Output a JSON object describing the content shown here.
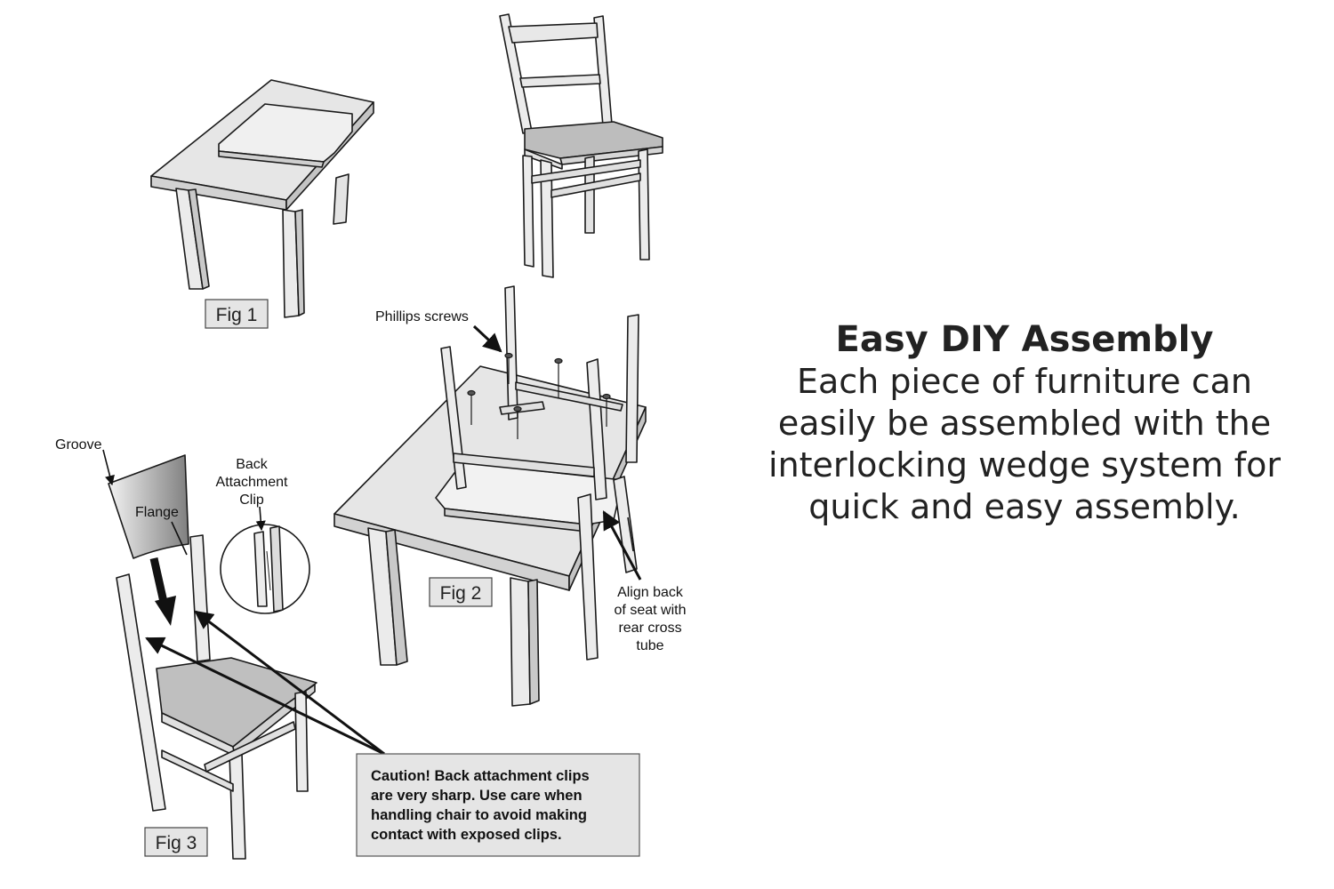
{
  "figures": {
    "fig1": "Fig 1",
    "fig2": "Fig 2",
    "fig3": "Fig 3"
  },
  "labels": {
    "phillips_screws": "Phillips screws",
    "groove": "Groove",
    "flange": "Flange",
    "back_clip_1": "Back",
    "back_clip_2": "Attachment",
    "back_clip_3": "Clip",
    "align_1": "Align back",
    "align_2": "of seat with",
    "align_3": "rear cross",
    "align_4": "tube"
  },
  "caution": {
    "line1": "Caution!  Back attachment clips",
    "line2": "are very sharp.  Use care when",
    "line3": "handling chair to avoid making",
    "line4": "contact with exposed clips."
  },
  "feature": {
    "title": "Easy DIY Assembly",
    "body": "Each piece of furniture can easily be assembled with the interlocking wedge system for quick and easy assembly."
  },
  "colors": {
    "surface": "#e6e6e6",
    "seat": "#bfbfbf",
    "stroke": "#1a1a1a"
  }
}
